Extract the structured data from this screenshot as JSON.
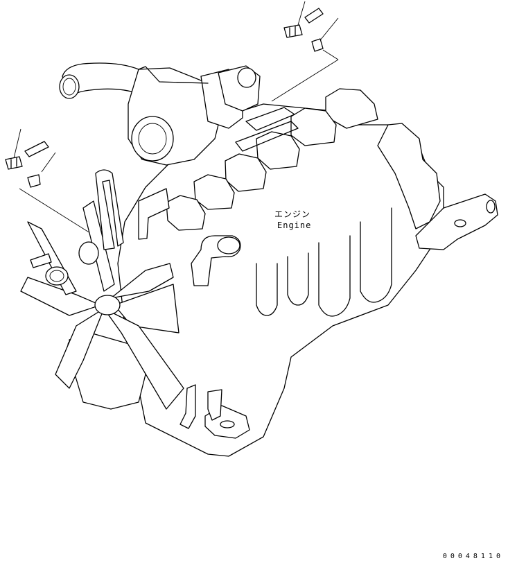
{
  "labels": {
    "engine_jp": "エンジン",
    "engine_en": "Engine"
  },
  "drawing_code": "00048110",
  "colors": {
    "line": "#000000",
    "background": "#ffffff"
  }
}
